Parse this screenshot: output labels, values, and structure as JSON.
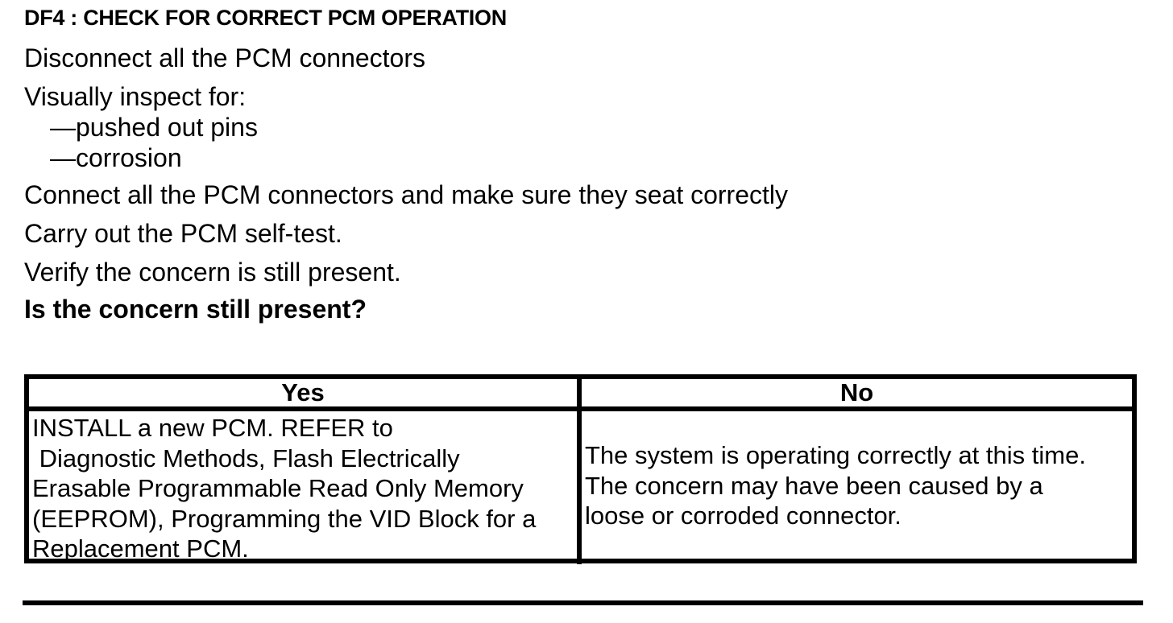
{
  "document": {
    "heading": "DF4 : CHECK FOR CORRECT PCM OPERATION",
    "steps": [
      "Disconnect all the PCM connectors",
      "Visually inspect for:",
      "—pushed out pins",
      "—corrosion",
      "Connect all the PCM connectors and make sure they seat correctly",
      "Carry out the PCM self-test.",
      "Verify the concern is still present.",
      "Is the concern still present?"
    ],
    "decision_table": {
      "yes_header": "Yes",
      "no_header": "No",
      "yes_cell": "INSTALL a new PCM. REFER to\n Diagnostic Methods, Flash Electrically\nErasable Programmable Read Only Memory\n(EEPROM), Programming the VID Block for a\nReplacement PCM.",
      "no_cell": "The system is operating correctly at this time.\nThe concern may have been caused by a\nloose or corroded connector."
    },
    "colors": {
      "text": "#000000",
      "background": "#ffffff",
      "border": "#000000"
    }
  }
}
